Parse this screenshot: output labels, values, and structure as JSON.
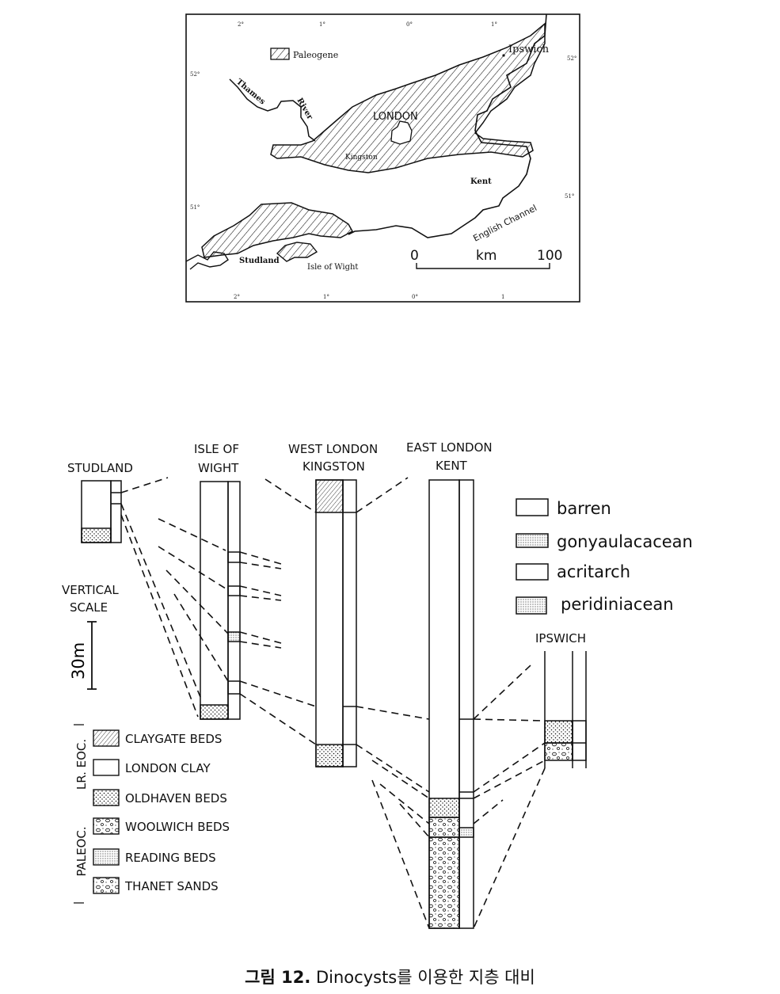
{
  "map": {
    "legend_label": "Paleogene",
    "labels": {
      "ipswich": "Ipswich",
      "thames": "Thames",
      "river": "River",
      "london": "LONDON",
      "kingston": "Kingston",
      "kent": "Kent",
      "english_channel": "English Channel",
      "studland": "Studland",
      "isle_of_wight": "Isle of Wight"
    },
    "scale": {
      "start": "0",
      "unit": "km",
      "end": "100"
    },
    "ticks_top": [
      "2°",
      "1°",
      "0°",
      "1°"
    ],
    "ticks_bottom": [
      "2°",
      "1°",
      "0°",
      "1"
    ],
    "ticks_left": [
      "52°",
      "51°"
    ],
    "ticks_right": [
      "52°",
      "51°"
    ]
  },
  "sections": {
    "studland": "STUDLAND",
    "isle_of_wight": [
      "ISLE OF",
      "WIGHT"
    ],
    "west_london": [
      "WEST LONDON",
      "KINGSTON"
    ],
    "east_london": [
      "EAST LONDON",
      "KENT"
    ],
    "ipswich": "IPSWICH"
  },
  "dinocyst_legend": [
    "barren",
    "gonyaulacacean",
    "acritarch",
    "peridiniacean"
  ],
  "vertical_scale": {
    "title": [
      "VERTICAL",
      "SCALE"
    ],
    "value": "30m"
  },
  "lithology_legend": {
    "groups": [
      "LR. EOC.",
      "PALEOC."
    ],
    "items": [
      "CLAYGATE BEDS",
      "LONDON CLAY",
      "OLDHAVEN BEDS",
      "WOOLWICH BEDS",
      "READING BEDS",
      "THANET SANDS"
    ]
  },
  "caption": {
    "figure": "그림 12.",
    "text": " Dinocysts를 이용한 지층 대비"
  }
}
